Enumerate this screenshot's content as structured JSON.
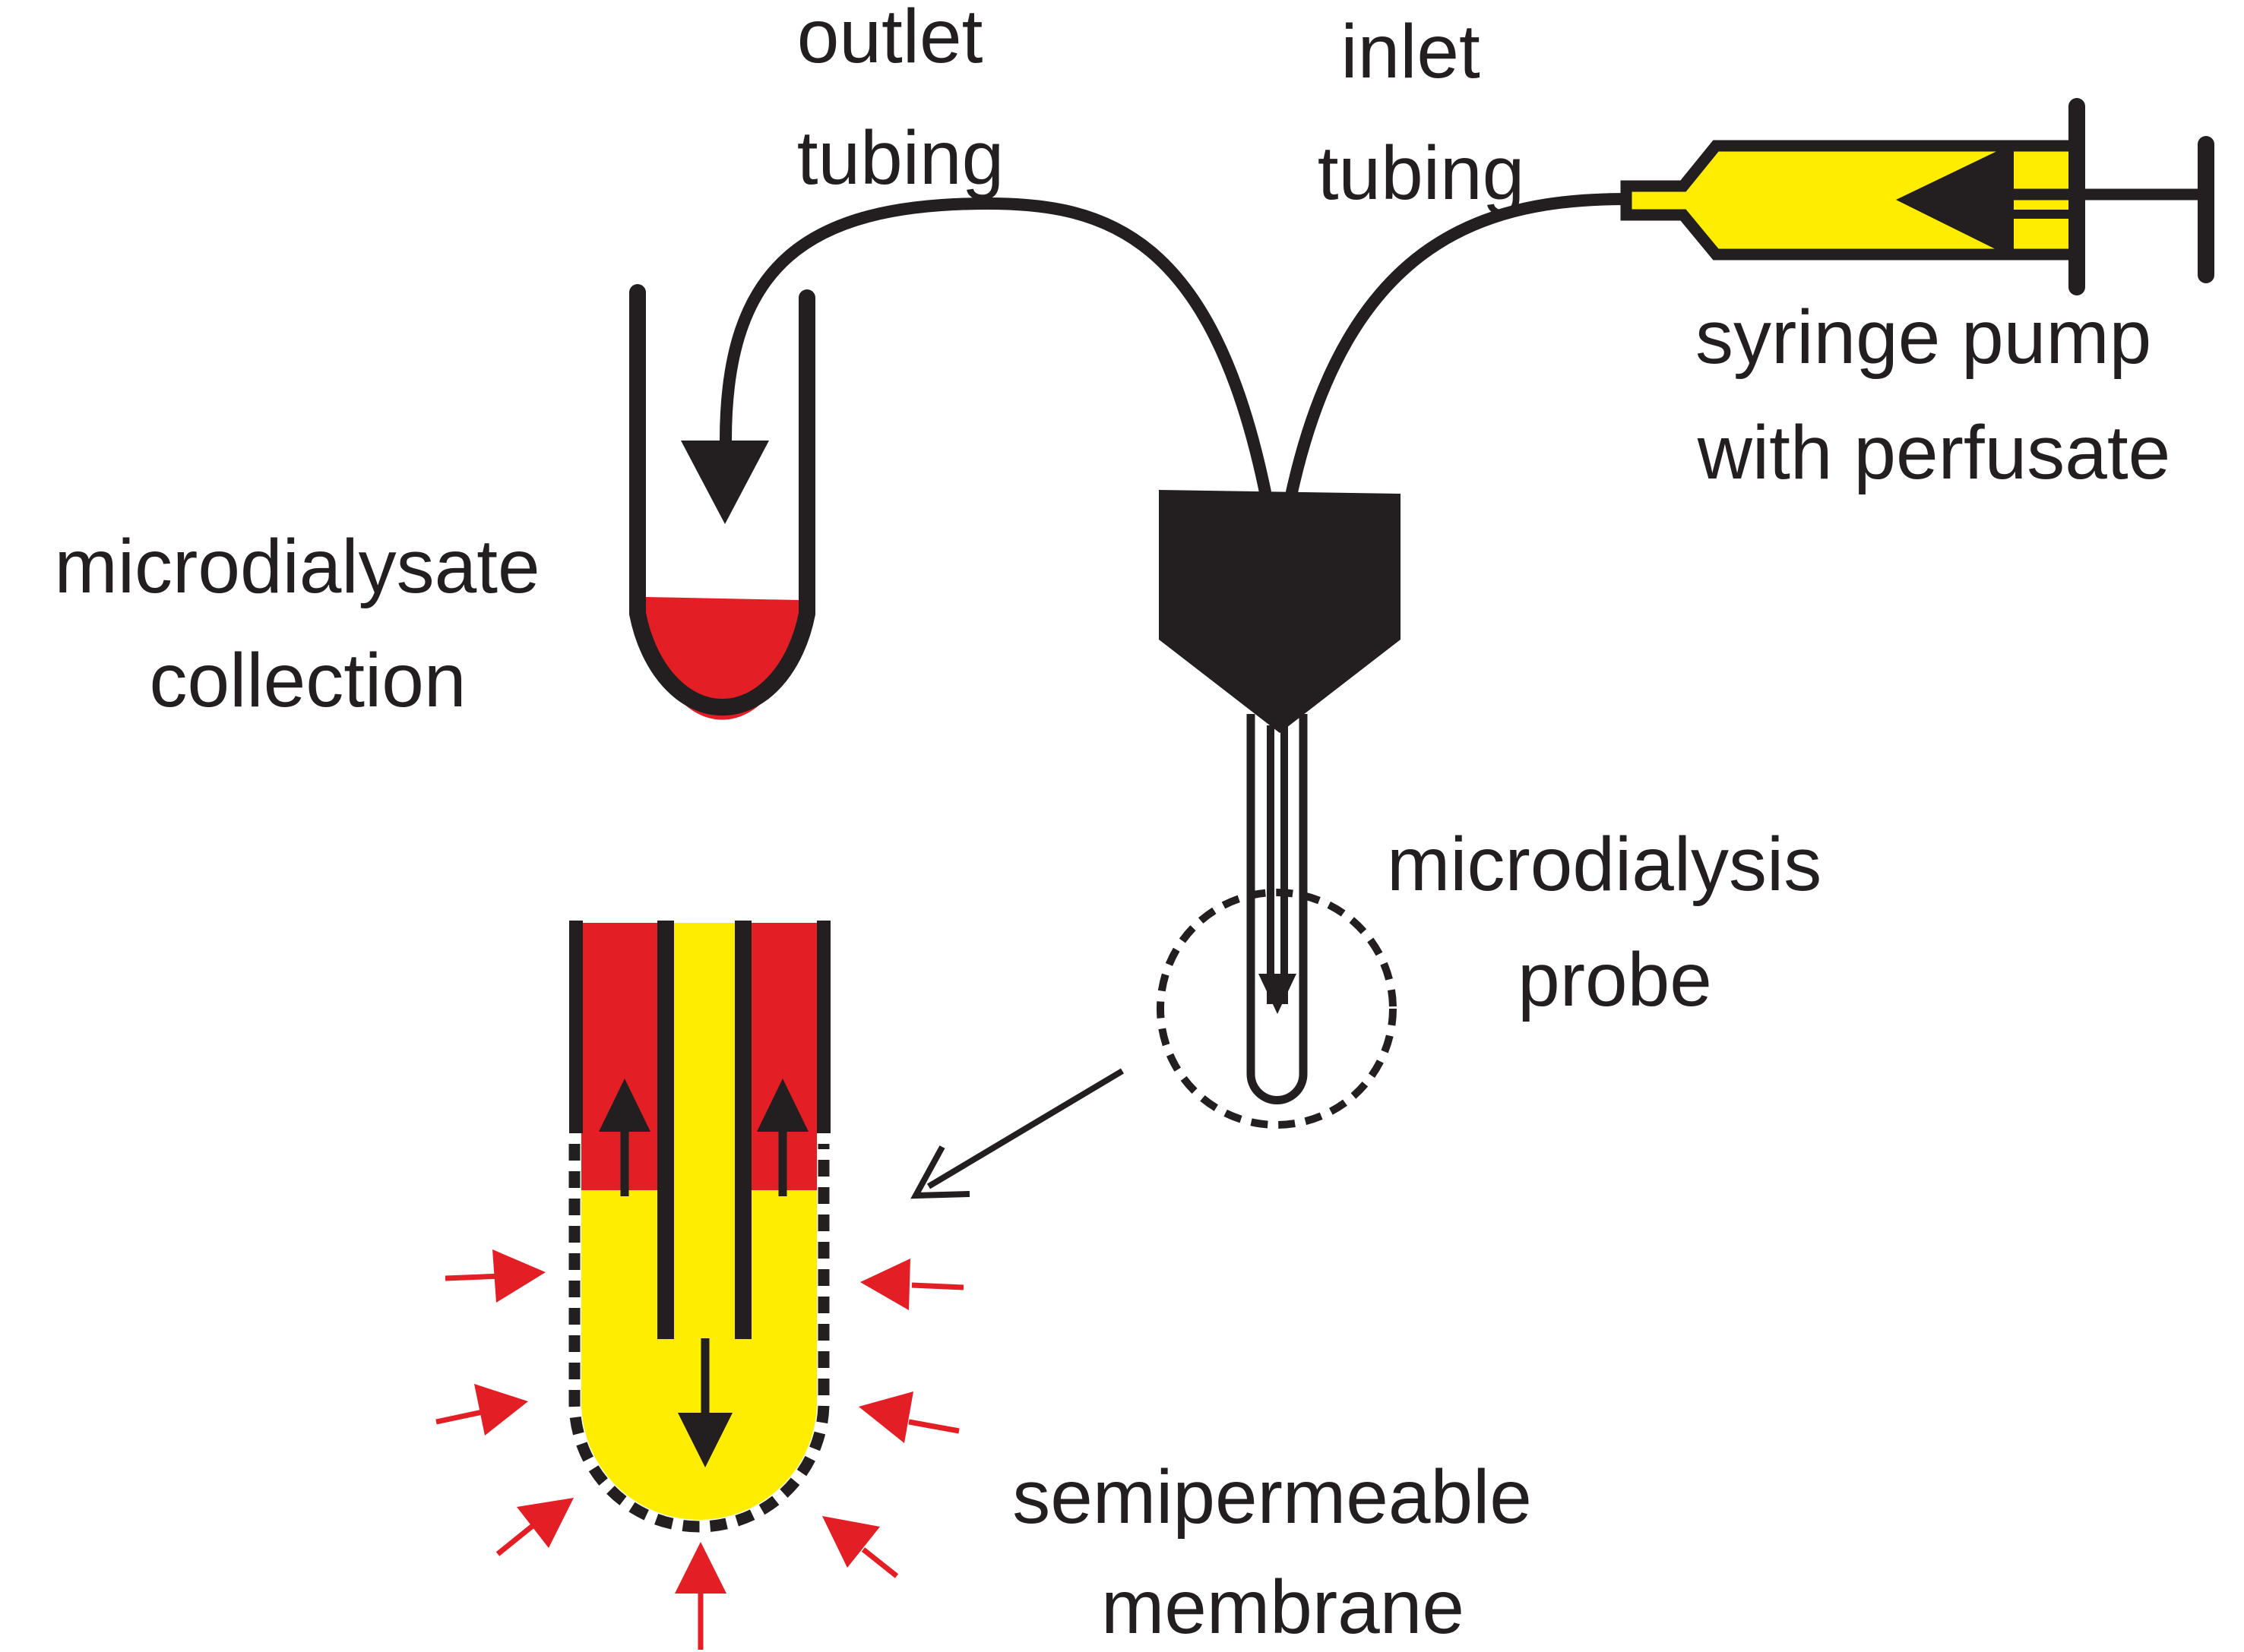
{
  "labels": {
    "outlet_tubing": [
      "outlet",
      "tubing"
    ],
    "inlet_tubing": [
      "inlet",
      "tubing"
    ],
    "syringe_pump": [
      "syringe pump",
      "with perfusate"
    ],
    "collection": [
      "microdialysate",
      "collection"
    ],
    "probe": [
      "microdialysis",
      "probe"
    ],
    "membrane": [
      "semipermeable",
      "membrane"
    ]
  },
  "colors": {
    "ink": "#231f20",
    "perfusate": "#ffed00",
    "dialysate": "#e31e24"
  }
}
